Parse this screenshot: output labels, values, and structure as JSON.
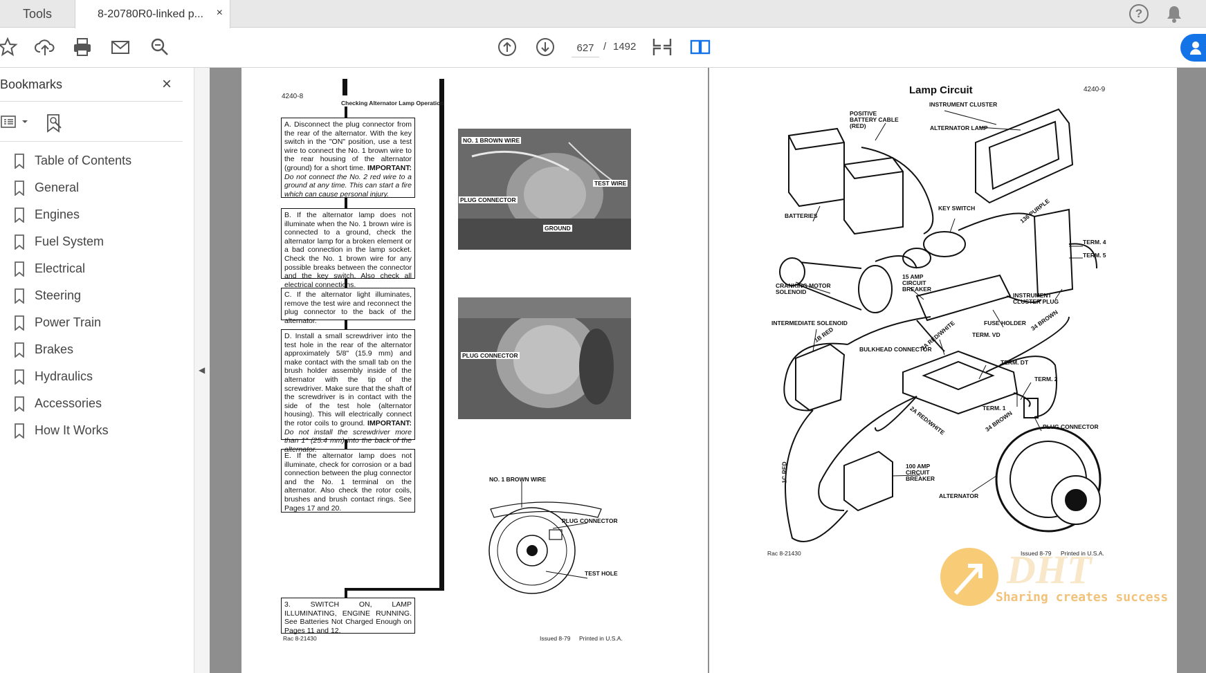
{
  "tabs": {
    "tools": "Tools",
    "document": "8-20780R0-linked p...",
    "close": "×"
  },
  "toolbar": {
    "page_current": "627",
    "page_sep": "/",
    "page_total": "1492"
  },
  "sidebar": {
    "title": "Bookmarks",
    "close": "×",
    "items": [
      {
        "label": "Table of Contents"
      },
      {
        "label": "General"
      },
      {
        "label": "Engines"
      },
      {
        "label": "Fuel System"
      },
      {
        "label": "Electrical"
      },
      {
        "label": "Steering"
      },
      {
        "label": "Power Train"
      },
      {
        "label": "Brakes"
      },
      {
        "label": "Hydraulics"
      },
      {
        "label": "Accessories"
      },
      {
        "label": "How It Works"
      }
    ]
  },
  "left_page": {
    "page_no": "4240-8",
    "heading": "Checking Alternator Lamp Operation",
    "steps": [
      {
        "text": "A. Disconnect the plug connector from the rear of the alternator. With the key switch in the \"ON\" position, use a test wire to connect the No. 1 brown wire to the rear housing of the alternator (ground) for a short time.",
        "important": "IMPORTANT:",
        "note": "Do not connect the No. 2 red wire to a ground at any time. This can start a fire which can cause personal injury."
      },
      {
        "text": "B. If the alternator lamp does not illuminate when the No. 1 brown wire is connected to a ground, check the alternator lamp for a broken element or a bad connection in the lamp socket. Check the No. 1 brown wire for any possible breaks between the connector and the key switch. Also check all electrical connections."
      },
      {
        "text": "C. If the alternator light illuminates, remove the test wire and reconnect the plug connector to the back of the alternator."
      },
      {
        "text": "D. Install a small screwdriver into the test hole in the rear of the alternator approximately 5/8\" (15.9 mm) and make contact with the small tab on the brush holder assembly inside of the alternator with the tip of the screwdriver. Make sure that the shaft of the screwdriver is in contact with the side of the test hole (alternator housing). This will electrically connect the rotor coils to ground.",
        "important": "IMPORTANT:",
        "note": "Do not install the screwdriver more than 1\" (25.4 mm) into the back of the alternator."
      },
      {
        "text": "E. If the alternator lamp does not illuminate, check for corrosion or a bad connection between the plug connector and the No. 1 terminal on the alternator. Also check the rotor coils, brushes and brush contact rings. See Pages 17 and 20."
      },
      {
        "text": "3. SWITCH ON, LAMP ILLUMINATING, ENGINE RUNNING. See Batteries Not Charged Enough on Pages 11 and 12."
      }
    ],
    "photo1_labels": [
      "NO. 1 BROWN WIRE",
      "TEST WIRE",
      "PLUG CONNECTOR",
      "GROUND"
    ],
    "photo2_labels": [
      "PLUG CONNECTOR"
    ],
    "diagram_labels": [
      "NO. 1 BROWN WIRE",
      "PLUG CONNECTOR",
      "TEST HOLE"
    ],
    "footer_left": "Rac 8-21430",
    "footer_issued": "Issued 8-79",
    "footer_printed": "Printed in U.S.A."
  },
  "right_page": {
    "title": "Lamp Circuit",
    "page_no": "4240-9",
    "labels": {
      "pos_cable": "POSITIVE BATTERY CABLE (RED)",
      "instrument_cluster": "INSTRUMENT CLUSTER",
      "alt_lamp": "ALTERNATOR LAMP",
      "batteries": "BATTERIES",
      "key_switch": "KEY SWITCH",
      "purple": "136 PURPLE",
      "term4": "TERM. 4",
      "term5": "TERM. 5",
      "cranking": "CRANKING MOTOR SOLENOID",
      "breaker15": "15 AMP CIRCUIT BREAKER",
      "cluster_plug": "INSTRUMENT CLUSTER PLUG",
      "intermediate": "INTERMEDIATE SOLENOID",
      "fuse_holder": "FUSE HOLDER",
      "brown34": "34 BROWN",
      "red18": "1B RED",
      "red_white_a": "2A RED/WHITE",
      "termvd": "TERM. VD",
      "bulkhead": "BULKHEAD CONNECTOR",
      "termdt": "TERM. DT",
      "term2": "TERM. 2",
      "term1": "TERM. 1",
      "brown34b": "34 BROWN",
      "plug_conn": "PLUG CONNECTOR",
      "red_white_b": "2A RED/WHITE",
      "red1c": "1C RED",
      "breaker100": "100 AMP CIRCUIT BREAKER",
      "alternator": "ALTERNATOR"
    },
    "footer_left": "Rac 8-21430",
    "footer_issued": "Issued 8-79",
    "footer_printed": "Printed in U.S.A."
  },
  "watermark": {
    "text": "Sharing creates success",
    "logo": "DHT"
  }
}
